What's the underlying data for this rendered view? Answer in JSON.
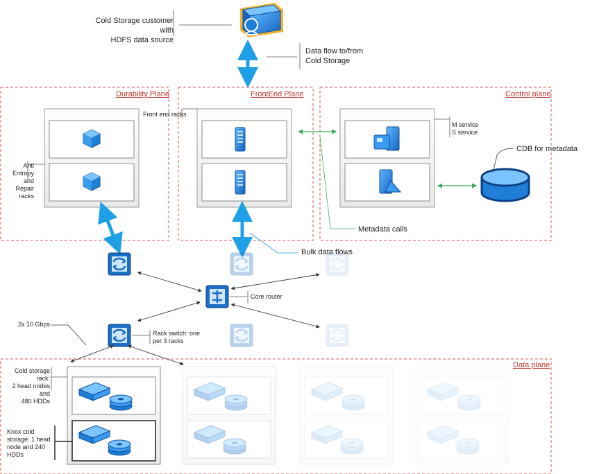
{
  "labels": {
    "customer": [
      "Cold Storage customer with",
      "HDFS  data source"
    ],
    "data_flow": [
      "Data flow to/from",
      "Cold Storage"
    ],
    "front_end_racks": "Front end racks",
    "anti_entropy": [
      "Anti Entropy",
      "and Repair",
      "racks"
    ],
    "services": [
      "M service",
      "S service"
    ],
    "cdb": "CDB for metadata",
    "metadata_calls": "Metadata calls",
    "bulk_data_flows": "Bulk data flows",
    "core_router": "Core router",
    "bandwidth": "2x 10 Gbps",
    "rack_switch": [
      "Rack switch: one",
      "per 3 racks"
    ],
    "cold_rack": [
      "Cold storage rack:",
      "2 head nodes and",
      "480 HDDs"
    ],
    "knox": [
      "Knox cold",
      "storage: 1 head",
      "node and 240",
      "HDDs"
    ]
  },
  "planes": {
    "durability": "Durability Plane",
    "frontend": "FrontEnd Plane",
    "control": "Control plane",
    "data": "Data plane"
  },
  "icons": {
    "customer": "server-with-user-icon",
    "cube": "cube-icon",
    "server": "tower-server-icon",
    "service": "service-server-icon",
    "database": "database-cylinder-icon",
    "switch": "network-switch-icon",
    "router": "core-router-icon",
    "storage": "storage-head-node-icon",
    "disks": "disk-stack-icon"
  },
  "colors": {
    "accent_blue": "#1ea0e6",
    "icon_blue": "#1f7fd6",
    "icon_dark": "#0d4f9c",
    "plane_border": "#d9534f",
    "green_arrow": "#3aaa5b"
  }
}
